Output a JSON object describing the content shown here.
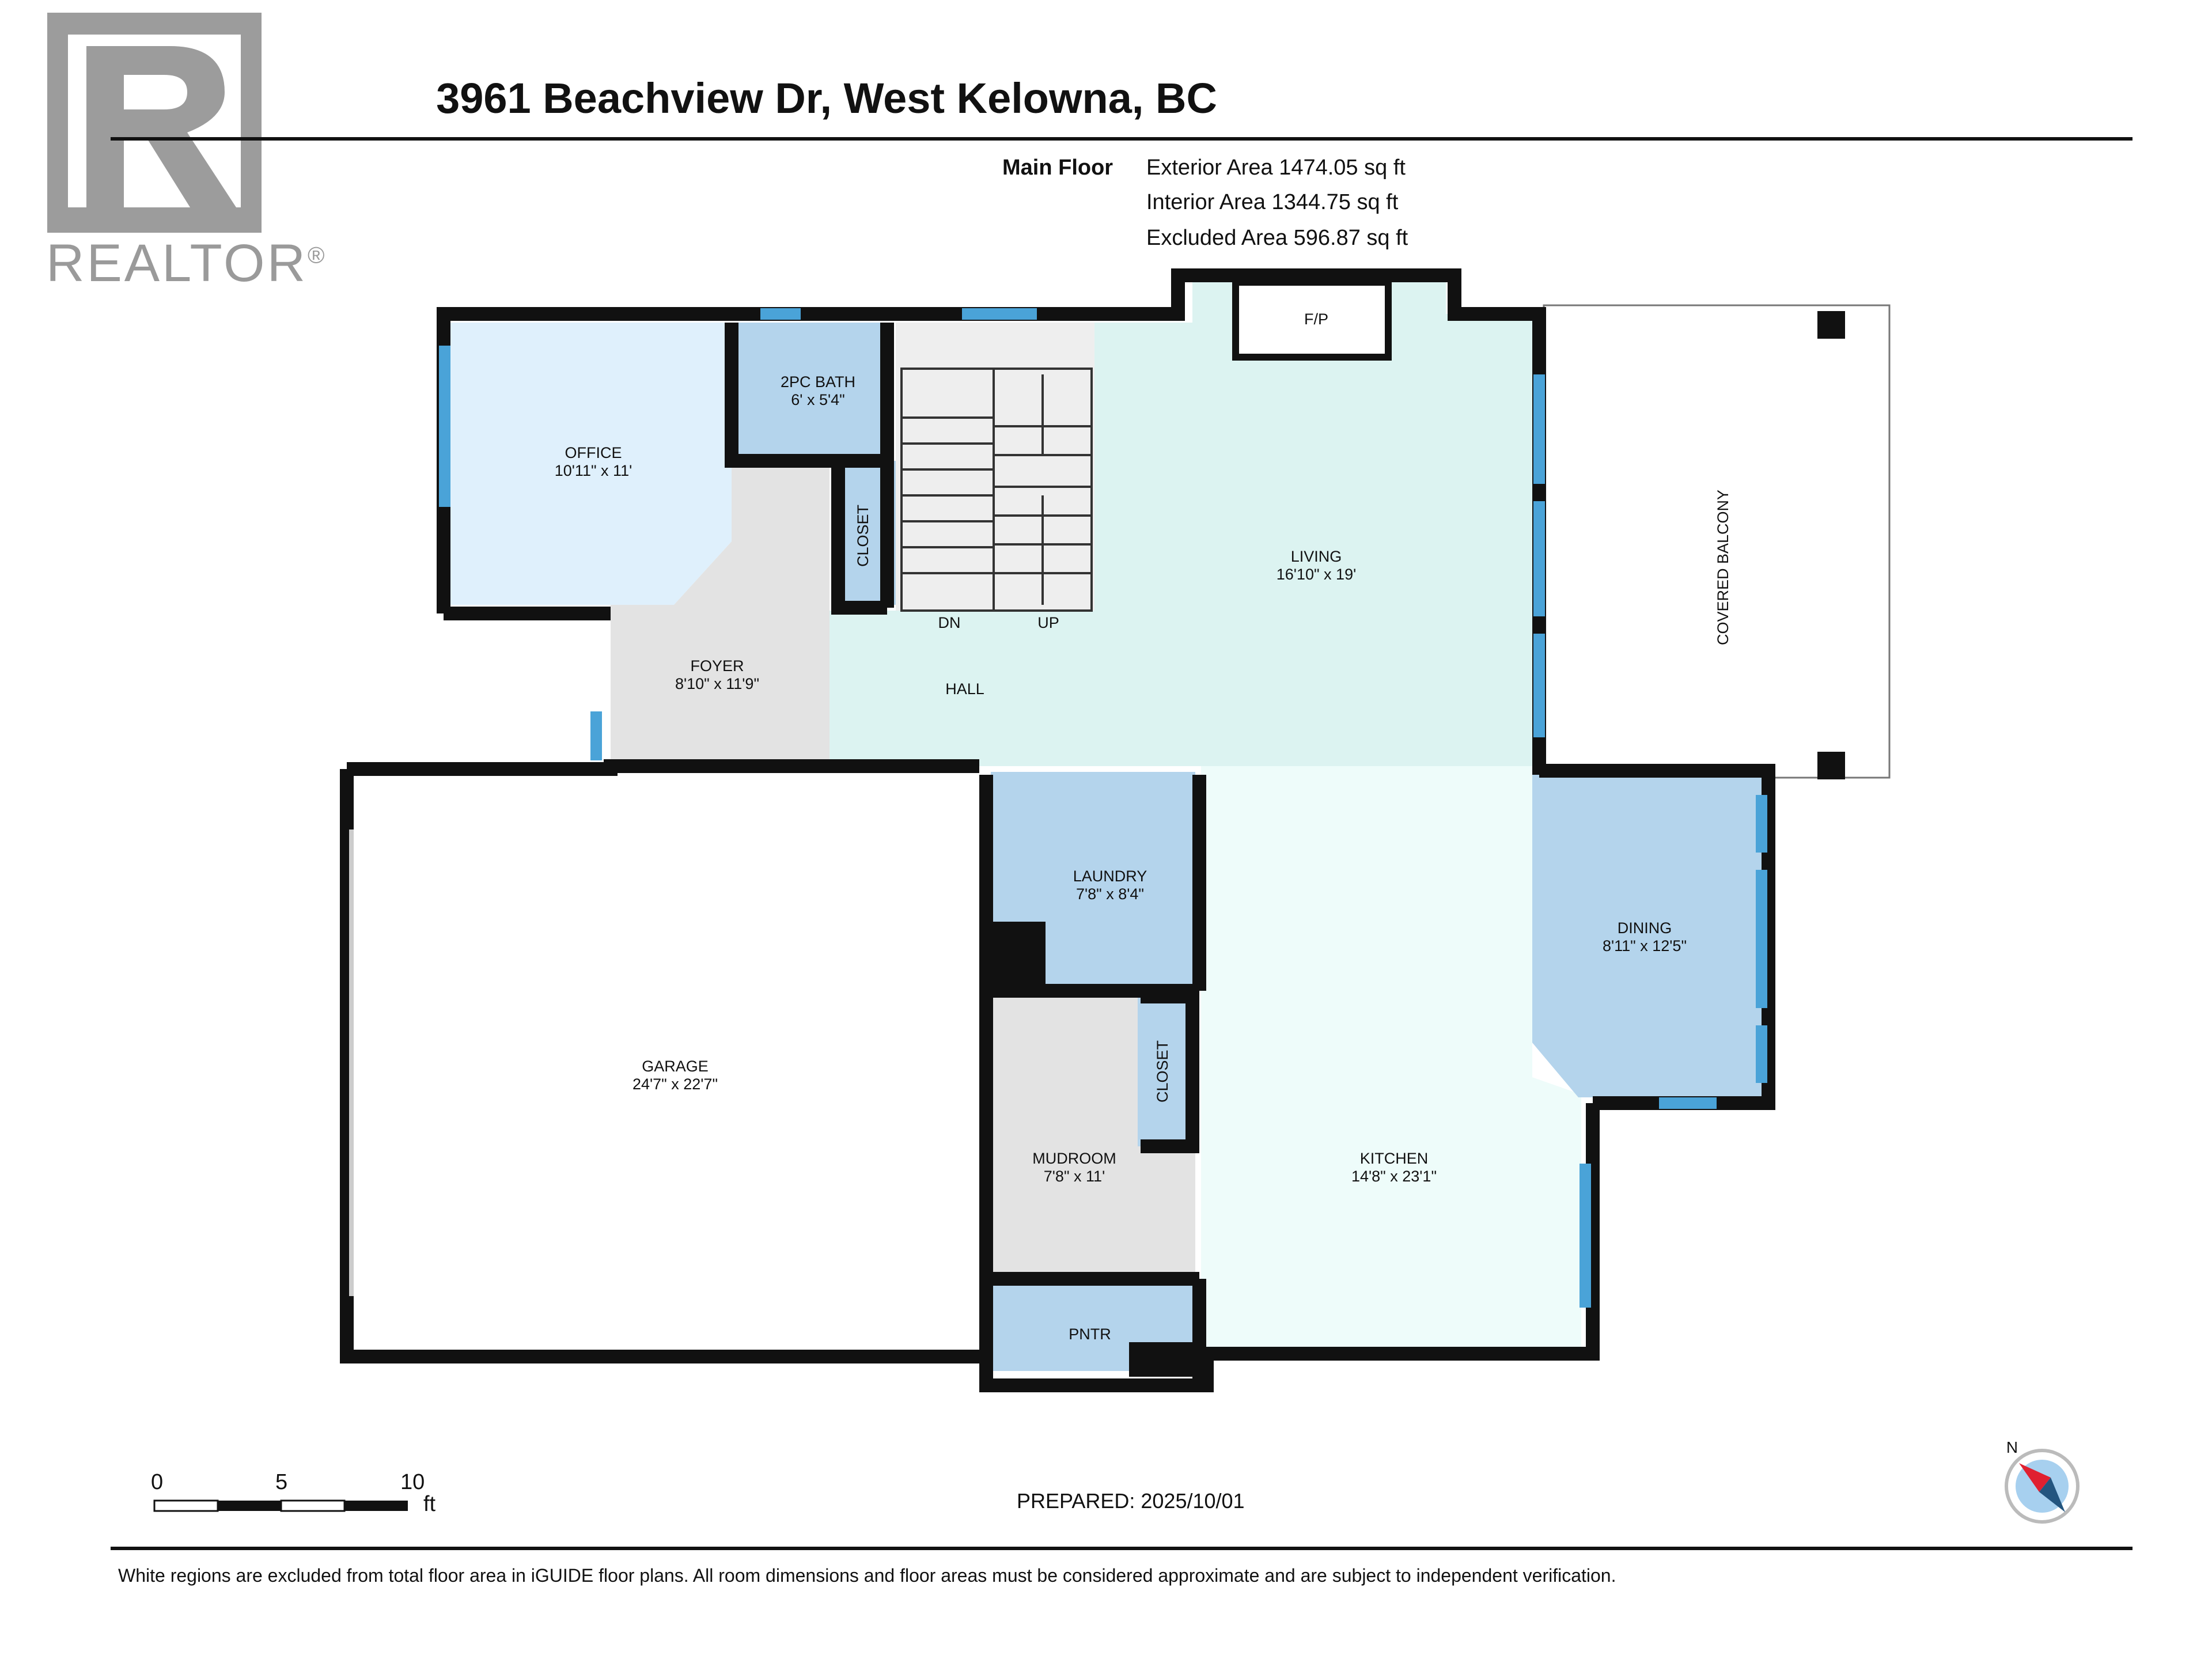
{
  "header": {
    "title": "3961 Beachview Dr, West Kelowna, BC",
    "floor_label": "Main Floor",
    "areas": [
      "Exterior Area 1474.05 sq ft",
      "Interior Area 1344.75 sq ft",
      "Excluded Area 596.87 sq ft"
    ]
  },
  "logo": {
    "text": "REALTOR",
    "mark": "®"
  },
  "rooms": {
    "office": {
      "name": "OFFICE",
      "dims": "10'11\" x 11'"
    },
    "bath": {
      "name": "2PC BATH",
      "dims": "6' x 5'4\""
    },
    "living": {
      "name": "LIVING",
      "dims": "16'10\" x 19'"
    },
    "foyer": {
      "name": "FOYER",
      "dims": "8'10\" x 11'9\""
    },
    "hall": {
      "name": "HALL"
    },
    "closet_upper": {
      "name": "CLOSET"
    },
    "closet_lower": {
      "name": "CLOSET"
    },
    "fireplace": {
      "name": "F/P"
    },
    "stairs_down": {
      "name": "DN"
    },
    "stairs_up": {
      "name": "UP"
    },
    "balcony": {
      "name": "COVERED BALCONY"
    },
    "garage": {
      "name": "GARAGE",
      "dims": "24'7\" x 22'7\""
    },
    "laundry": {
      "name": "LAUNDRY",
      "dims": "7'8\" x 8'4\""
    },
    "mudroom": {
      "name": "MUDROOM",
      "dims": "7'8\" x 11'"
    },
    "pantry": {
      "name": "PNTR"
    },
    "dining": {
      "name": "DINING",
      "dims": "8'11\" x 12'5\""
    },
    "kitchen": {
      "name": "KITCHEN",
      "dims": "14'8\" x 23'1\""
    }
  },
  "scale": {
    "ticks": [
      "0",
      "5",
      "10"
    ],
    "unit": "ft"
  },
  "compass": {
    "label": "N"
  },
  "prepared": "PREPARED: 2025/10/01",
  "footnote": "White regions are excluded from total floor area in iGUIDE floor plans. All room dimensions and floor areas must be considered approximate and are subject to independent verification.",
  "colors": {
    "blue_room": "#b4d4ec",
    "light_blue_room": "#dff0fc",
    "teal_room": "#dcf3f1",
    "kitchen": "#eefcfa",
    "grey_room": "#e3e3e3",
    "wall": "#111111",
    "window": "#4aa3d8"
  }
}
